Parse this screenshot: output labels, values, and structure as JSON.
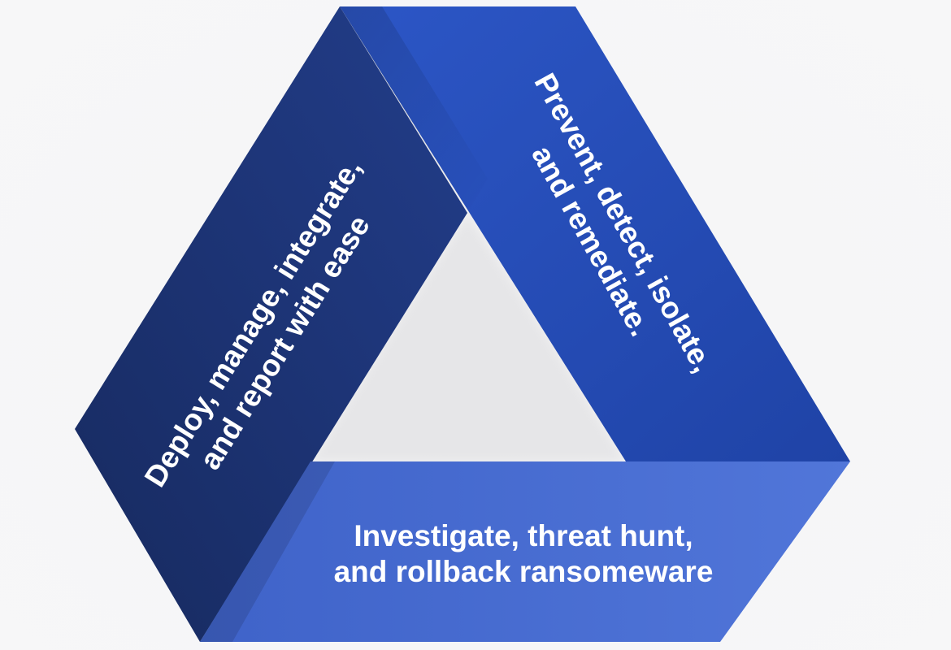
{
  "diagram": {
    "colors": {
      "background": "#f6f6f7",
      "left_band_dark": "#172a5f",
      "left_band_light": "#213a86",
      "right_band_dark": "#1f44a8",
      "right_band_light": "#2b55c4",
      "bottom_band_dark": "#3e62c8",
      "bottom_band_light": "#4f74d8",
      "text": "#ffffff"
    },
    "left_band": {
      "lines": [
        "Deploy, manage, integrate,",
        "and report with ease"
      ]
    },
    "right_band": {
      "lines": [
        "Prevent, detect, isolate,",
        "and remediate."
      ]
    },
    "bottom_band": {
      "lines": [
        "Investigate, threat hunt,",
        "and rollback ransomeware"
      ]
    }
  }
}
